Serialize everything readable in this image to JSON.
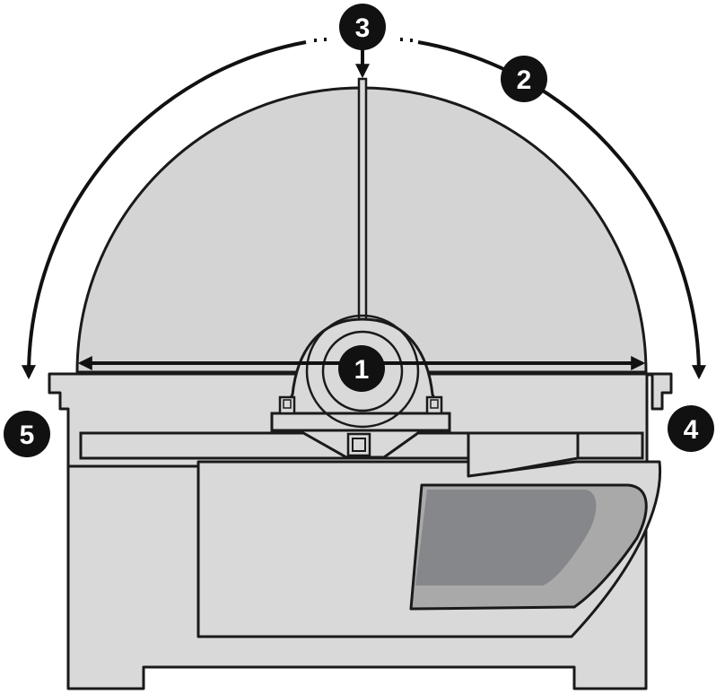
{
  "callouts": [
    {
      "id": "callout-1",
      "label": "1"
    },
    {
      "id": "callout-2",
      "label": "2"
    },
    {
      "id": "callout-3",
      "label": "3"
    },
    {
      "id": "callout-4",
      "label": "4"
    },
    {
      "id": "callout-5",
      "label": "5"
    }
  ],
  "colors": {
    "outline": "#1a1a1a",
    "dome_fill": "#d4d4d4",
    "body_fill": "#d9d9d9",
    "window_frame": "#a9a9a9",
    "window_glass": "#86878a",
    "callout_fill": "#111111",
    "callout_text": "#ffffff"
  }
}
